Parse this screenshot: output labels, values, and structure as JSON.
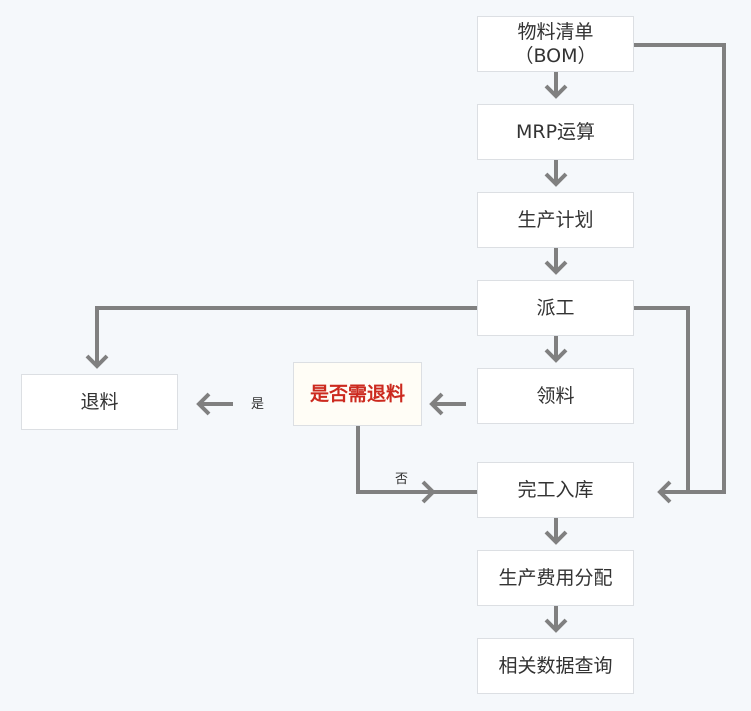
{
  "nodes": {
    "bom": {
      "line1": "物料清单",
      "line2": "（BOM）"
    },
    "mrp": "MRP运算",
    "plan": "生产计划",
    "dispatch": "派工",
    "pick": "领料",
    "decision": "是否需退料",
    "return": "退料",
    "finish": "完工入库",
    "cost": "生产费用分配",
    "query": "相关数据查询"
  },
  "edge_labels": {
    "yes": "是",
    "no": "否"
  },
  "colors": {
    "arrow": "#808080",
    "box_border": "#dcdfe3",
    "decision_text": "#cc2a1f",
    "background": "#f5f8fb"
  }
}
